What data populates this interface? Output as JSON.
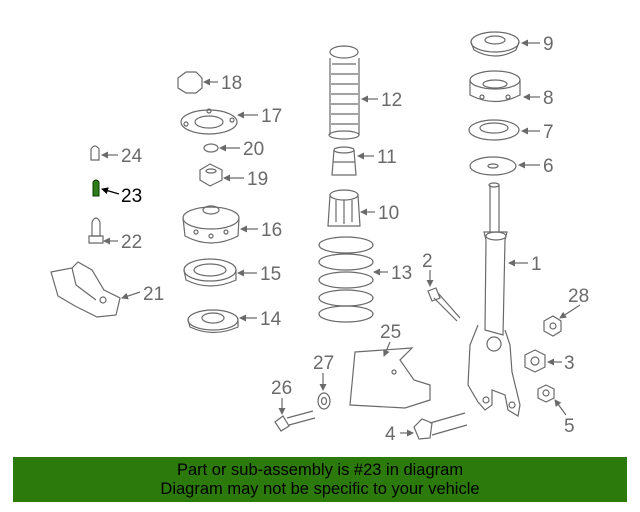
{
  "diagram": {
    "callouts": [
      "1",
      "2",
      "3",
      "4",
      "5",
      "6",
      "7",
      "8",
      "9",
      "10",
      "11",
      "12",
      "13",
      "14",
      "15",
      "16",
      "17",
      "18",
      "19",
      "20",
      "21",
      "22",
      "23",
      "24",
      "25",
      "26",
      "27",
      "28"
    ],
    "highlighted_callout": "23",
    "colors": {
      "line": "#6a6a6a",
      "highlight_part": "#2e7d1a",
      "highlight_text": "#000000",
      "banner": "#2b7a0b"
    }
  },
  "footer": {
    "line1": "Part or sub-assembly is #23 in diagram",
    "line2": "Diagram may not be specific to your vehicle"
  }
}
